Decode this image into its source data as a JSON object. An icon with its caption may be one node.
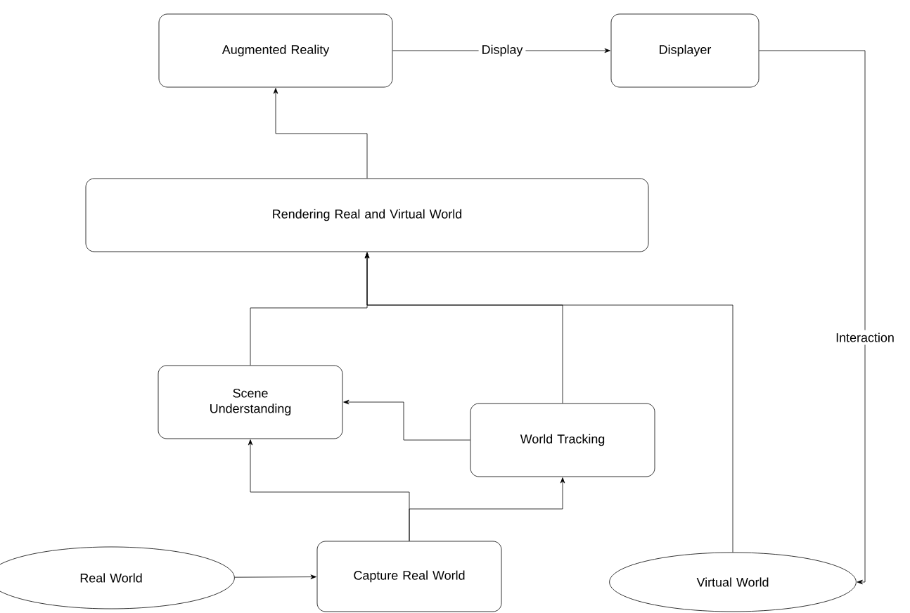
{
  "diagram": {
    "nodes": [
      {
        "text": [
          "Augmented Reality"
        ]
      },
      {
        "text": [
          "Displayer"
        ]
      },
      {
        "text": [
          "Rendering Real and Virtual World"
        ]
      },
      {
        "text": [
          "Scene Understanding"
        ]
      },
      {
        "text": [
          "World Tracking"
        ]
      },
      {
        "text": [
          "Capture Real World"
        ]
      },
      {
        "text": [
          "Real World"
        ]
      },
      {
        "text": [
          "Virtual World"
        ]
      }
    ],
    "edges": [
      {
        "from": 0,
        "to": 1,
        "arrow": "to",
        "label": "Display"
      },
      {
        "from": 2,
        "to": 0,
        "arrow": "to"
      },
      {
        "from": 1,
        "to": 7,
        "arrow": "to",
        "label": "Interaction"
      },
      {
        "from": 3,
        "to": 2,
        "arrow": "to"
      },
      {
        "from": 4,
        "to": 2,
        "arrow": "to"
      },
      {
        "from": 7,
        "to": 2,
        "arrow": "to"
      },
      {
        "from": 4,
        "to": 3,
        "arrow": "to"
      },
      {
        "from": 5,
        "to": 3,
        "arrow": "to"
      },
      {
        "from": 5,
        "to": 4,
        "arrow": "to"
      },
      {
        "from": 6,
        "to": 5,
        "arrow": "to"
      }
    ]
  }
}
